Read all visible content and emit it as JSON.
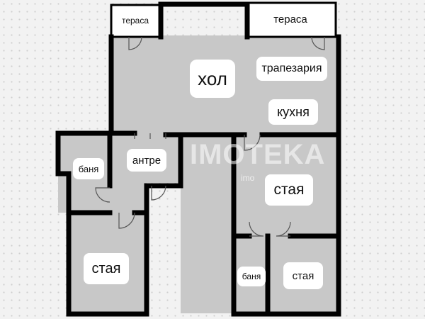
{
  "rooms": {
    "hol": "хол",
    "trapezaria": "трапезария",
    "kuhnya": "кухня",
    "staya_right": "стая",
    "staya_left": "стая",
    "staya_small": "стая",
    "banya_left": "баня",
    "banya_right": "баня",
    "antre": "антре",
    "terasa_left": "тераса",
    "terasa_right": "тераса"
  },
  "watermark": {
    "logo_text": "IMOTEKA",
    "sub_text": "imo"
  },
  "colors": {
    "floor": "#c8c8c8",
    "wall": "#000000",
    "terrace": "#ffffff",
    "background": "#f2f2f2"
  }
}
